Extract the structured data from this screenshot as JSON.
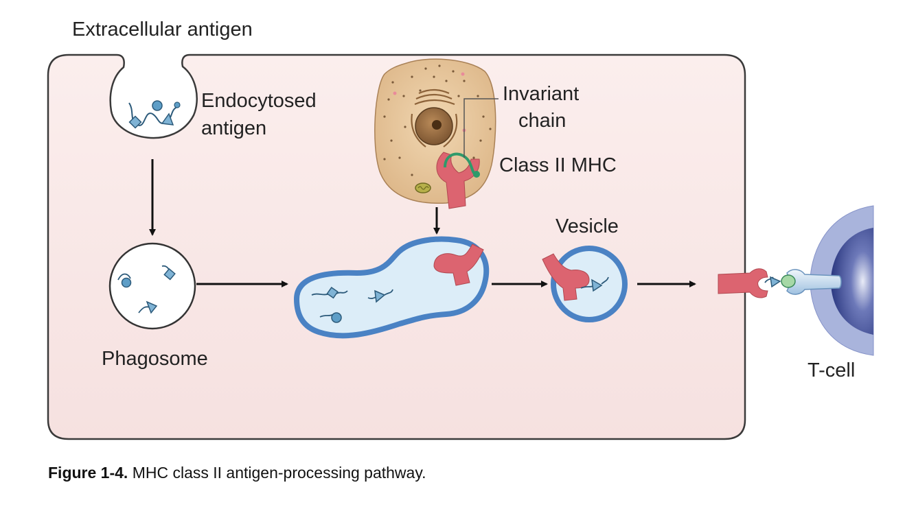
{
  "labels": {
    "extracellular": "Extracellular antigen",
    "endocytosed_line1": "Endocytosed",
    "endocytosed_line2": "antigen",
    "invariant_line1": "Invariant",
    "invariant_line2": "chain",
    "class_ii_mhc": "Class II MHC",
    "vesicle": "Vesicle",
    "phagosome": "Phagosome",
    "tcell": "T-cell"
  },
  "caption": {
    "figure_label": "Figure 1-4.",
    "text": " MHC class II antigen-processing pathway."
  },
  "colors": {
    "cell_fill": "#fbeeed",
    "cell_outline": "#3a3a3a",
    "membrane_blue": "#4a82c4",
    "lumen_blue": "#dcedf8",
    "mhc_red": "#dc6470",
    "invariant_green": "#2f9a6a",
    "er_cell_fill": "#e9c9a0",
    "tcell_outer": "#a9b4dc",
    "tcell_inner": "#2f3d8a"
  }
}
